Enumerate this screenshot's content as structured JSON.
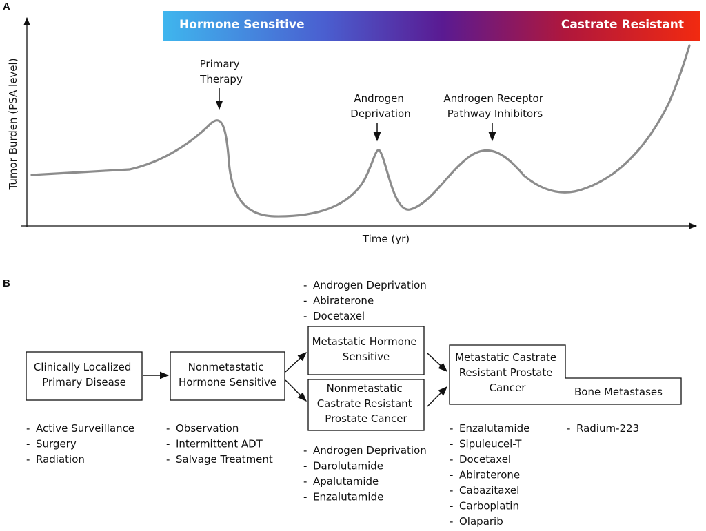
{
  "panel_a": {
    "label": "A",
    "band": {
      "left_label": "Hormone Sensitive",
      "right_label": "Castrate Resistant",
      "colors": [
        "#3fb6ee",
        "#4a5fd0",
        "#5a1a92",
        "#b0173c",
        "#f22a10"
      ]
    },
    "y_axis_label": "Tumor Burden (PSA level)",
    "x_axis_label": "Time (yr)",
    "curve_color": "#8c8c8c",
    "annotations": [
      {
        "lines": [
          "Primary",
          "Therapy"
        ]
      },
      {
        "lines": [
          "Androgen",
          "Deprivation"
        ]
      },
      {
        "lines": [
          "Androgen Receptor",
          "Pathway Inhibitors"
        ]
      }
    ]
  },
  "panel_b": {
    "label": "B",
    "boxes": {
      "localized": [
        "Clinically Localized",
        "Primary Disease"
      ],
      "nonmet_hs": [
        "Nonmetastatic",
        "Hormone Sensitive"
      ],
      "met_hs": [
        "Metastatic Hormone",
        "Sensitive"
      ],
      "nmcrpc": [
        "Nonmetastatic",
        "Castrate Resistant",
        "Prostate Cancer"
      ],
      "mcrpc": [
        "Metastatic Castrate",
        "Resistant Prostate",
        "Cancer"
      ],
      "bone": [
        "Bone Metastases"
      ]
    },
    "lists": {
      "localized": [
        "Active Surveillance",
        "Surgery",
        "Radiation"
      ],
      "nonmet_hs": [
        "Observation",
        "Intermittent ADT",
        "Salvage Treatment"
      ],
      "met_hs": [
        "Androgen Deprivation",
        "Abiraterone",
        "Docetaxel"
      ],
      "nmcrpc": [
        "Androgen Deprivation",
        "Darolutamide",
        "Apalutamide",
        "Enzalutamide"
      ],
      "mcrpc": [
        "Enzalutamide",
        "Sipuleucel-T",
        "Docetaxel",
        "Abiraterone",
        "Cabazitaxel",
        "Carboplatin",
        "Olaparib"
      ],
      "bone": [
        "Radium-223"
      ]
    }
  }
}
